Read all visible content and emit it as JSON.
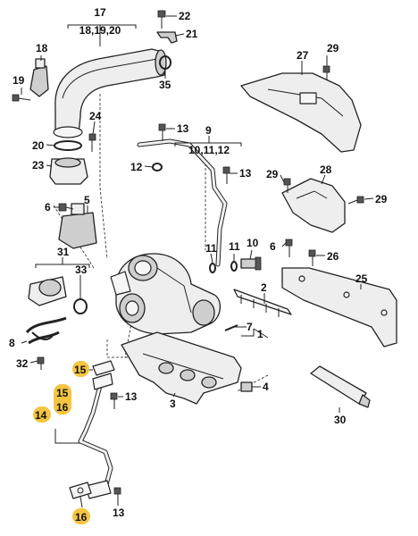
{
  "highlight_color": "#f4c542",
  "callouts": {
    "c17": "17",
    "c17_sub": "18,19,20",
    "c22": "22",
    "c21": "21",
    "c18": "18",
    "c19": "19",
    "c35": "35",
    "c27": "27",
    "c29a": "29",
    "c24": "24",
    "c13a": "13",
    "c9": "9",
    "c9_sub": "10,11,12",
    "c20": "20",
    "c23": "23",
    "c12": "12",
    "c13b": "13",
    "c29b": "29",
    "c28": "28",
    "c29c": "29",
    "c5": "5",
    "c6a": "6",
    "c11a": "11",
    "c11b": "11",
    "c10": "10",
    "c6b": "6",
    "c26": "26",
    "c31": "31",
    "c33": "33",
    "c25": "25",
    "c2": "2",
    "c7": "7",
    "c1": "1",
    "c8": "8",
    "c32": "32",
    "c15a": "15",
    "c13c": "13",
    "c4": "4",
    "c3": "3",
    "c15b": "15",
    "c16a": "16",
    "c14": "14",
    "c30": "30",
    "c13d": "13",
    "c16b": "16"
  }
}
